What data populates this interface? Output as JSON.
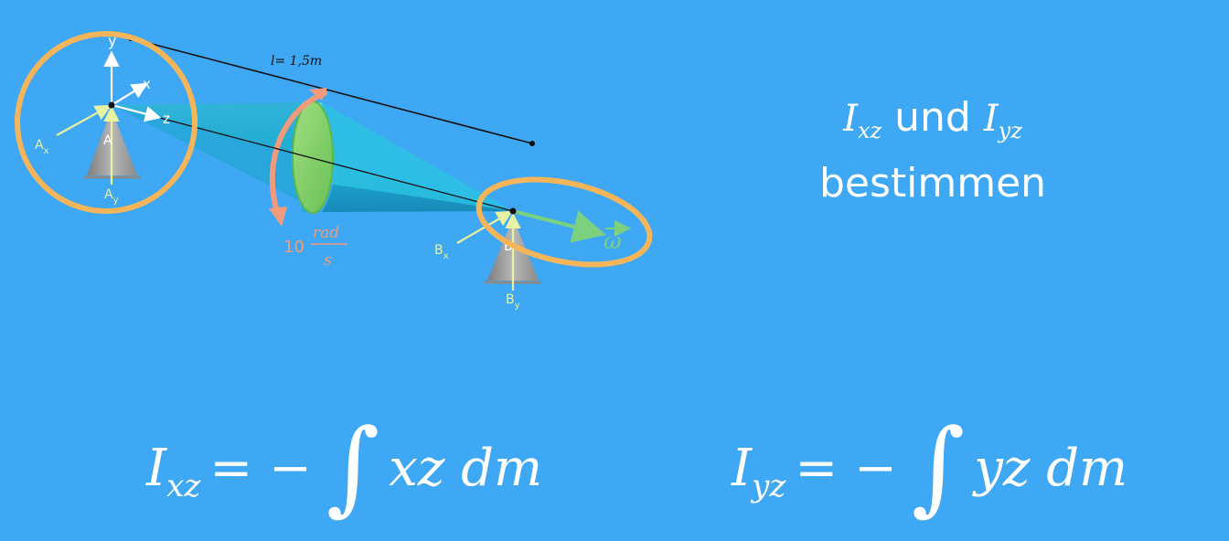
{
  "diagram": {
    "length_label": "l= 1,5m",
    "axis_x": "x",
    "axis_y": "y",
    "axis_z": "z",
    "support_a": "A",
    "support_b": "B",
    "force_ax_main": "A",
    "force_ax_sub": "x",
    "force_ay_main": "A",
    "force_ay_sub": "y",
    "force_bx_main": "B",
    "force_bx_sub": "x",
    "force_by_main": "B",
    "force_by_sub": "y",
    "omega_value": "10",
    "omega_unit_num": "rad",
    "omega_unit_den": "s",
    "omega_symbol": "ω",
    "colors": {
      "background": "#3fa8f4",
      "highlight_ring": "#f7b55a",
      "cone_body": "#1eb3d6",
      "cone_face": "#86d35e",
      "rotation_arrow": "#f39a7b",
      "force_arrows": "#e8f2a0",
      "omega_arrow": "#7bd17f"
    }
  },
  "title": {
    "symbol1_base": "I",
    "symbol1_sub": "xz",
    "conjunction": "und",
    "symbol2_base": "I",
    "symbol2_sub": "yz",
    "line2": "bestimmen"
  },
  "formulas": {
    "left": {
      "base": "I",
      "sub": "xz",
      "rhs": "xz dm"
    },
    "right": {
      "base": "I",
      "sub": "yz",
      "rhs": "yz dm"
    },
    "equals_minus": "= −",
    "integral": "∫"
  }
}
